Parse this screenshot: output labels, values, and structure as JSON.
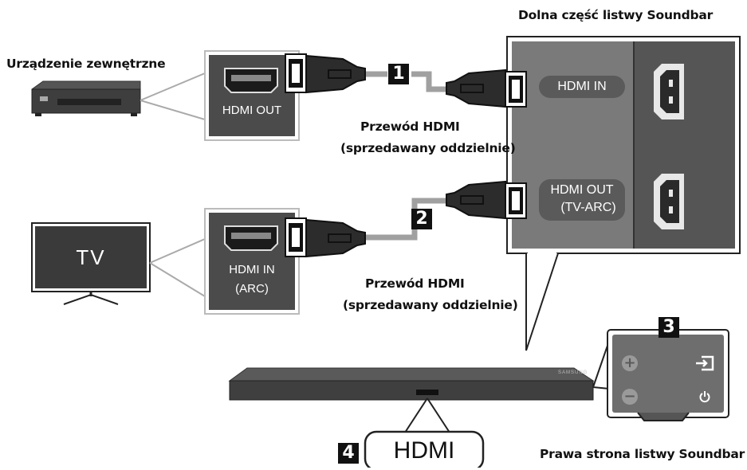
{
  "labels": {
    "soundbar_bottom": "Dolna część listwy Soundbar",
    "external_device": "Urządzenie zewnętrzne",
    "hdmi_out": "HDMI OUT",
    "cable_1_line1": "Przewód HDMI",
    "cable_1_line2": "(sprzedawany oddzielnie)",
    "sb_hdmi_in": "HDMI IN",
    "sb_hdmi_out_line1": "HDMI OUT",
    "sb_hdmi_out_line2": "(TV-ARC)",
    "tv": "TV",
    "hdmi_in_arc_line1": "HDMI IN",
    "hdmi_in_arc_line2": "(ARC)",
    "cable_2_line1": "Przewód HDMI",
    "cable_2_line2": "(sprzedawany oddzielnie)",
    "hdmi_display": "HDMI",
    "soundbar_right": "Prawa strona listwy Soundbar",
    "soundbar_brand": "SAMSUNG"
  },
  "steps": [
    "1",
    "2",
    "3",
    "4"
  ],
  "icons": [
    "plus-icon",
    "minus-icon",
    "source-icon",
    "power-icon"
  ],
  "colors": {
    "dark_panel": "#4a4a4a",
    "soundbar_panel": "#707070",
    "soundbar_body": "#3f3f3f",
    "cable": "#a0a0a0",
    "connector": "#222222"
  }
}
